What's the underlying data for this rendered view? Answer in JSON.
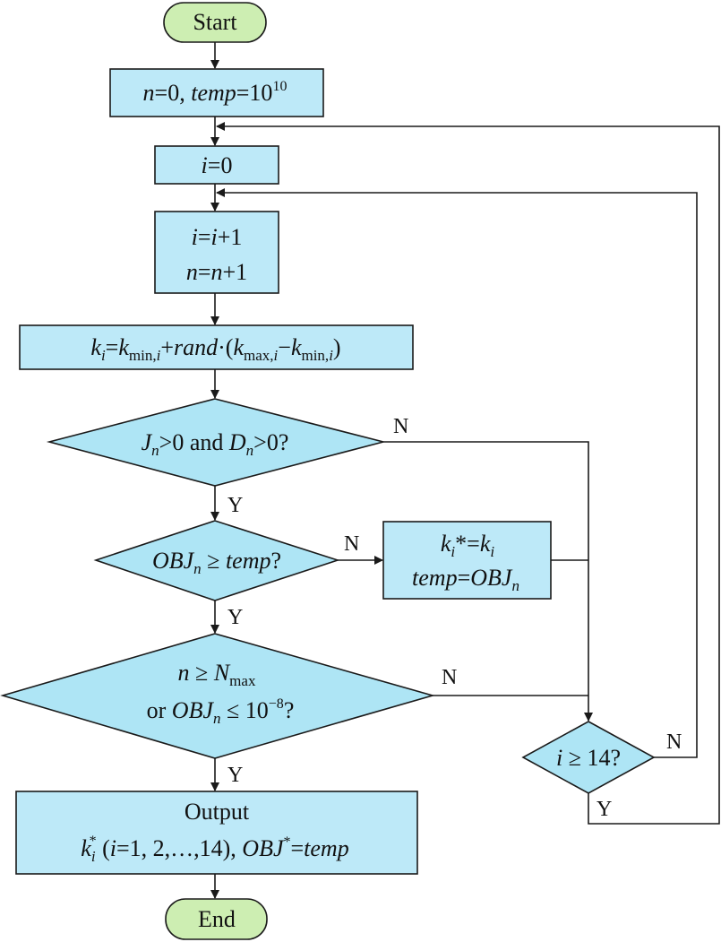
{
  "nodes": {
    "start": "Start",
    "init": {
      "n": "n",
      "eq1": "=0, ",
      "temp": "temp",
      "eq2": "=10",
      "exp": "10"
    },
    "i_reset": {
      "i": "i",
      "eq": "=0"
    },
    "increment": {
      "line1": {
        "i1": "i",
        "eq": "=",
        "i2": "i",
        "plus": "+1"
      },
      "line2": {
        "n1": "n",
        "eq": "=",
        "n2": "n",
        "plus": "+1"
      }
    },
    "k_update": {
      "k": "k",
      "i_sub": "i",
      "eq": "=",
      "k2": "k",
      "min_sub": "min,",
      "i_sub2": "i",
      "plus": "+",
      "rand": "rand",
      "dot_paren": "·(",
      "k3": "k",
      "max_sub": "max,",
      "i_sub3": "i",
      "minus": "−",
      "k4": "k",
      "min_sub2": "min,",
      "i_sub4": "i",
      "close": ")"
    },
    "cond_jd": {
      "J": "J",
      "n_sub": "n",
      "gt0_and": ">0 and ",
      "D": "D",
      "n_sub2": "n",
      "gt0q": ">0?"
    },
    "cond_obj": {
      "OBJ": "OBJ",
      "n_sub": "n",
      "ge": " ≥ ",
      "temp": "temp",
      "q": "?"
    },
    "store": {
      "line1": {
        "k": "k",
        "i_sub": "i",
        "star_eq": "*=",
        "k2": "k",
        "i_sub2": "i"
      },
      "line2": {
        "temp": "temp",
        "eq": "=",
        "OBJ": "OBJ",
        "n_sub": "n"
      }
    },
    "cond_stop": {
      "line1": {
        "n": "n",
        "ge": " ≥ ",
        "N": "N",
        "max_sub": "max"
      },
      "line2": {
        "or": "or ",
        "OBJ": "OBJ",
        "n_sub": "n",
        "le": " ≤ 10",
        "exp": "−8",
        "q": "?"
      }
    },
    "cond_i": {
      "i": "i",
      "ge": " ≥ 14?"
    },
    "output": {
      "line1": "Output",
      "line2": {
        "k": "k",
        "i_sub": "i",
        "star": "*",
        "paren1": " (",
        "i": "i",
        "rest": "=1, 2,…,14), ",
        "OBJ": "OBJ",
        "star2": "*",
        "eq": "=",
        "temp": "temp"
      }
    },
    "end": "End"
  },
  "edge_labels": {
    "jd_no": "N",
    "jd_yes": "Y",
    "obj_no": "N",
    "obj_yes": "Y",
    "stop_no": "N",
    "stop_yes": "Y",
    "i_no": "N",
    "i_yes": "Y"
  }
}
